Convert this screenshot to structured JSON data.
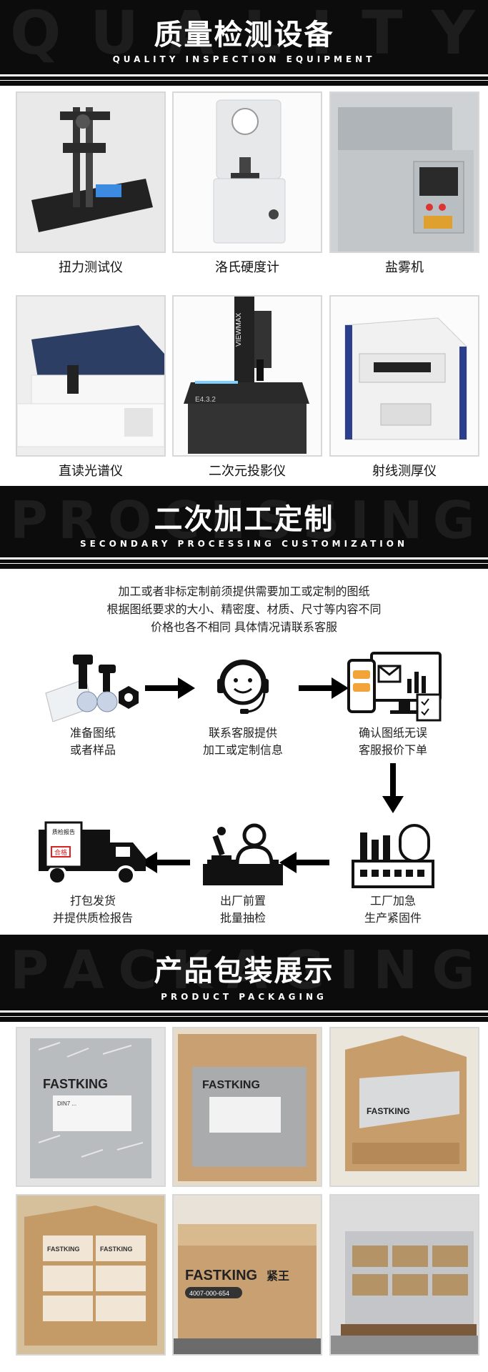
{
  "sections": {
    "quality": {
      "title": "质量检测设备",
      "subtitle": "QUALITY INSPECTION EQUIPMENT",
      "ghost_text": "QUALITY",
      "items": [
        {
          "label": "扭力测试仪"
        },
        {
          "label": "洛氏硬度计"
        },
        {
          "label": "盐雾机"
        },
        {
          "label": "直读光谱仪"
        },
        {
          "label": "二次元投影仪"
        },
        {
          "label": "射线测厚仪"
        }
      ],
      "photo_text": {
        "vmm_brand": "VIEWMAX",
        "vmm_model": "E4.3.2"
      }
    },
    "processing": {
      "title": "二次加工定制",
      "subtitle": "SECONDARY PROCESSING CUSTOMIZATION",
      "ghost_text": "PROCESSING",
      "intro": [
        "加工或者非标定制前须提供需要加工或定制的图纸",
        "根据图纸要求的大小、精密度、材质、尺寸等内容不同",
        "价格也各不相同    具体情况请联系客服"
      ],
      "steps": [
        {
          "line1": "准备图纸",
          "line2": "或者样品",
          "icon": "drawing-sample-icon"
        },
        {
          "line1": "联系客服提供",
          "line2": "加工或定制信息",
          "icon": "customer-service-icon"
        },
        {
          "line1": "确认图纸无误",
          "line2": "客服报价下单",
          "icon": "order-confirm-icon"
        },
        {
          "line1": "工厂加急",
          "line2": "生产紧固件",
          "icon": "factory-icon"
        },
        {
          "line1": "出厂前置",
          "line2": "批量抽检",
          "icon": "inspection-icon"
        },
        {
          "line1": "打包发货",
          "line2": "并提供质检报告",
          "icon": "delivery-truck-icon"
        }
      ],
      "truck_report": "质检报告",
      "truck_stamp": "合格"
    },
    "packaging": {
      "title": "产品包装展示",
      "subtitle": "PRODUCT PACKAGING",
      "ghost_text": "PACKAGING",
      "brand": "FASTKING",
      "brand_cn": "紧王",
      "phone": "4007-000-654",
      "bag_label": "DIN7 ...",
      "items": [
        {
          "name": "bag"
        },
        {
          "name": "open-box-bag"
        },
        {
          "name": "carton-bulk"
        },
        {
          "name": "carton-boxes"
        },
        {
          "name": "sealed-carton"
        },
        {
          "name": "pallet"
        }
      ]
    }
  },
  "colors": {
    "band": "#0c0c0c",
    "ghost": "#1d1d1d",
    "cardboard": "#c9a071",
    "arrow": "#000000"
  }
}
